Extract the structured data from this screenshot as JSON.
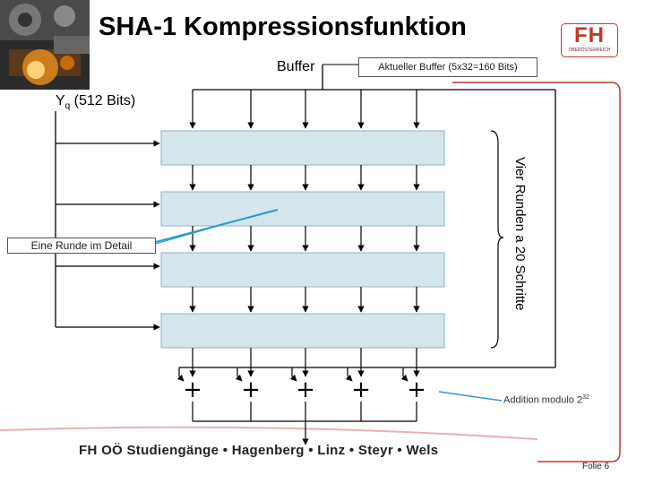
{
  "title": "SHA-1 Kompressionsfunktion",
  "logo": {
    "text": "FH",
    "subtext": "OBERÖSTERREICH"
  },
  "buffer_label": "Buffer",
  "buffer_callout": "Aktueller Buffer (5x32=160 Bits)",
  "input_label": {
    "main": "Y",
    "sub": "q",
    "rest": " (512 Bits)"
  },
  "detail_callout": "Eine Runde im Detail",
  "rounds_label": "Vier Runden a 20 Schritte",
  "adders": [
    "+",
    "+",
    "+",
    "+",
    "+"
  ],
  "addition_label": {
    "main": "Addition modulo 2",
    "sup": "32"
  },
  "footer": "FH OÖ Studiengänge  • Hagenberg  • Linz  • Steyr  • Wels",
  "slide_number": "Folie 6",
  "colors": {
    "box_fill": "#d4e6ec",
    "box_border": "#8fb3bf",
    "accent_red": "#c0392b",
    "callout_line": "#2a9bc7"
  }
}
